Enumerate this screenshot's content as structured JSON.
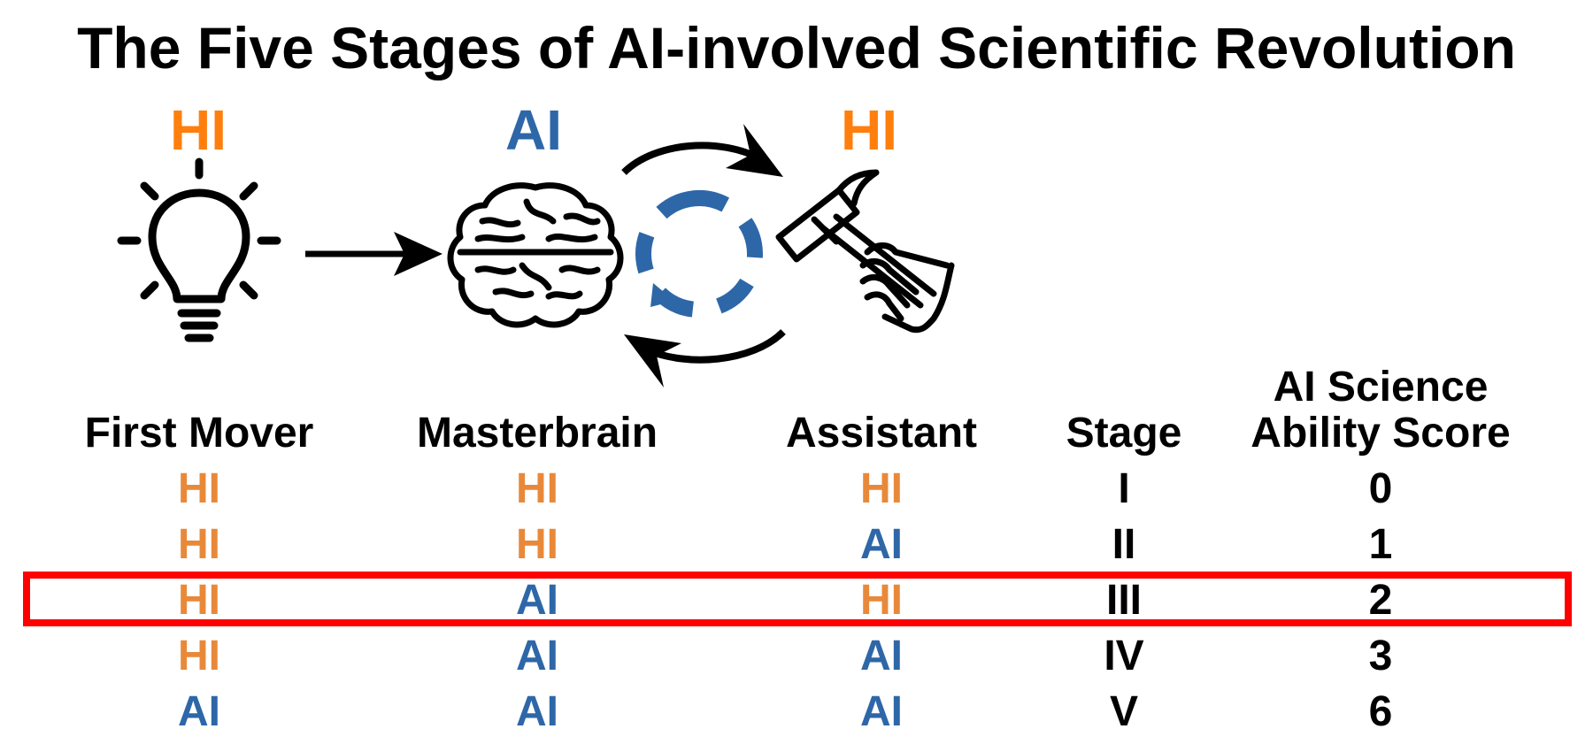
{
  "title": "The Five Stages of AI-involved Scientific Revolution",
  "diagram": {
    "labels": [
      {
        "text": "HI",
        "color": "#ff7f0e"
      },
      {
        "text": "AI",
        "color": "#2e67a8"
      },
      {
        "text": "HI",
        "color": "#ff7f0e"
      }
    ],
    "icons": [
      "lightbulb-icon",
      "brain-icon",
      "cycle-icon",
      "hammer-hand-icon"
    ]
  },
  "table": {
    "headers": [
      "First Mover",
      "Masterbrain",
      "Assistant",
      "Stage",
      "AI Science",
      "Ability Score"
    ],
    "rows": [
      [
        "HI",
        "HI",
        "HI",
        "I",
        "0"
      ],
      [
        "HI",
        "HI",
        "AI",
        "II",
        "1"
      ],
      [
        "HI",
        "AI",
        "HI",
        "III",
        "2"
      ],
      [
        "HI",
        "AI",
        "AI",
        "IV",
        "3"
      ],
      [
        "AI",
        "AI",
        "AI",
        "V",
        "6"
      ]
    ],
    "highlighted_row": 3
  },
  "colors": {
    "HI": "#e8893a",
    "AI": "#2e67a8",
    "highlight": "#ff0000",
    "text": "#000000"
  }
}
